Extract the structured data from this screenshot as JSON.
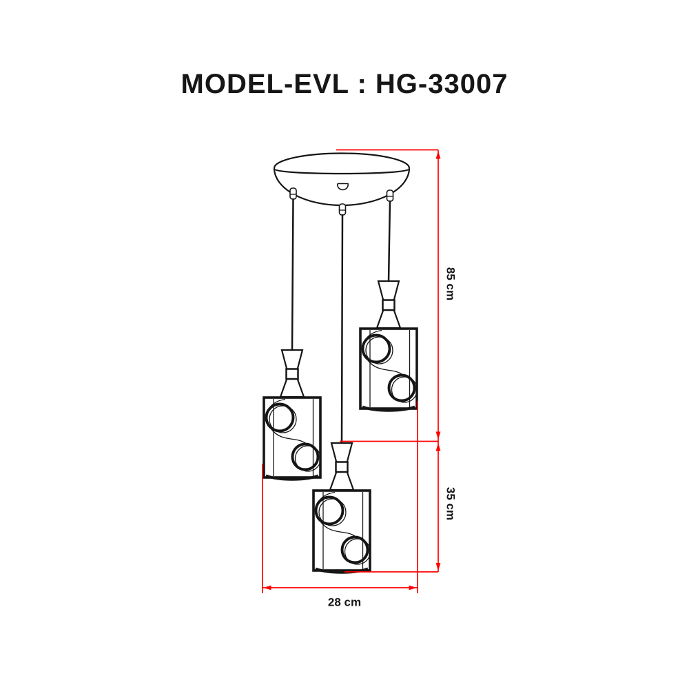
{
  "title": "MODEL-EVL : HG-33007",
  "dimensions": {
    "drop_label": "85 cm",
    "fixture_height_label": "35 cm",
    "width_label": "28 cm"
  },
  "fixture": {
    "pendant_count": 3,
    "parts": [
      "ceiling-canopy",
      "cord",
      "socket-holder",
      "cylinder-shade"
    ]
  },
  "colors": {
    "outline": "#161616",
    "dimension_red": "#ff0000",
    "background": "#ffffff"
  }
}
